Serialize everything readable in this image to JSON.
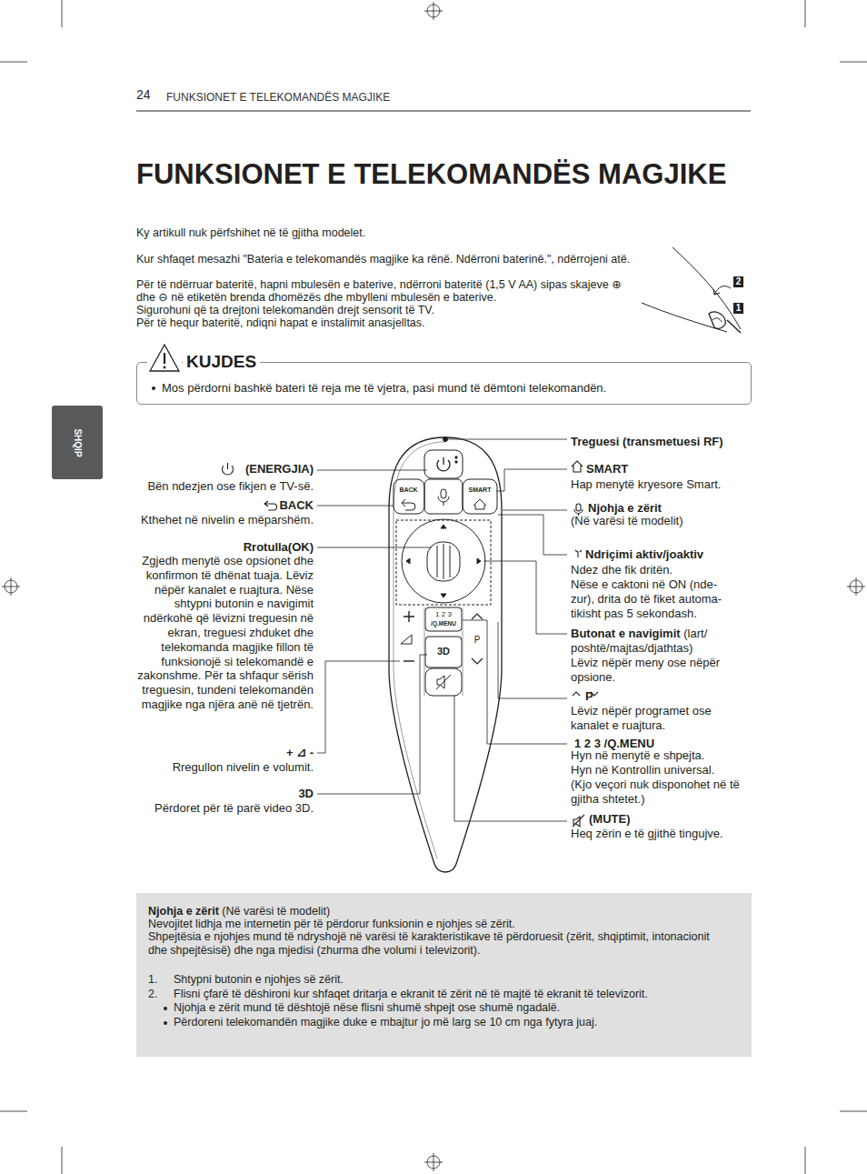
{
  "diagram": {
    "title": "FUNKSIONET E TELEKOMANDËS MAGJIKE",
    "nodes": [
      {
        "text": [
          "KUJDES",
          "Mos përdorni bashkë bateri të reja me të vjetra, pasi mund të dëmtoni telekomandën."
        ]
      },
      {
        "text": [
          "Njohja e zërit",
          "(Në varësi të modelit)",
          "Nevojitet lidhja me internetin për të përdorur funksionin e njohjes së zërit.",
          "Shpejtësia e njohjes mund të ndryshojë në varësi të karakteristikave të përdoruesit (zërit, shqiptimit, intonacionit dhe shpejtësisë) dhe nga mjedisi (zhurma dhe volumi i televizorit).",
          "1.",
          "Shtypni butonin e njohjes së zërit.",
          "2.",
          "Flisni çfarë të dëshironi kur shfaqet dritarja e ekranit të zërit në të majtë të ekranit të televizorit.",
          "Njohja e zërit mund të dështojë nëse flisni shumë shpejt ose shumë ngadalë.",
          "Përdoreni telekomandën magjike duke e mbajtur jo më larg se 10 cm nga fytyra juaj."
        ]
      },
      {
        "text": [
          "BACK"
        ]
      },
      {
        "text": [
          "SMART"
        ]
      },
      {
        "text": [
          "1 2 3",
          "/Q.MENU"
        ]
      },
      {
        "text": [
          "3D"
        ]
      },
      {
        "text": [
          "P"
        ]
      }
    ],
    "labels": [
      "24",
      "FUNKSIONET E TELEKOMANDËS MAGJIKE",
      "SHQIP",
      "Ky artikull nuk përfshihet në të gjitha modelet.",
      "Kur shfaqet mesazhi \"Bateria e telekomandës magjike ka rënë. Ndërroni baterinë.\", ndërrojeni atë.",
      "Për të ndërruar bateritë, hapni mbulesën e baterive, ndërroni bateritë (1,5 V AA) sipas skajeve ⊕ dhe ⊖ në etiketën brenda dhomëzës dhe mbylleni mbulesën e baterive.",
      "Sigurohuni që ta drejtoni telekomandën drejt sensorit të TV.",
      "Për të hequr bateritë, ndiqni hapat e instalimit anasjelltas.",
      "2",
      "1",
      "Treguesi (transmetuesi RF)",
      "(ENERGJIA)",
      "Bën ndezjen ose fikjen e TV-së.",
      "SMART",
      "Hap menytë kryesore Smart.",
      "BACK",
      "Kthehet në nivelin e mëparshëm.",
      "Njohja e zërit",
      "(Në varësi të modelit)",
      "Rrotulla(OK)",
      "Zgjedh menytë ose opsionet dhe konfirmon të dhënat tuaja. Lëviz nëpër kanalet e ruajtura. Nëse shtypni butonin e navigimit ndërkohë që lëvizni treguesin në ekran, treguesi zhduket dhe telekomanda magjike fillon të funksionojë si telekomandë e zakonshme. Për ta shfaqur sërish treguesin, tundeni telekomandën magjike nga njëra anë në tjetrën.",
      "Ndriçimi aktiv/joaktiv",
      "Ndez dhe fik dritën.",
      "Nëse e caktoni në ON (nde- zur), drita do të fiket automa- tikisht pas 5 sekondash.",
      "Butonat e navigimit",
      "(lart/ poshtë/majtas/djathtas)",
      "Lëviz nëpër meny ose nëpër opsione.",
      "P",
      "Lëviz nëpër programet ose kanalet e ruajtura.",
      "1 2 3 /Q.MENU",
      "Hyn në menytë e shpejta.",
      "Hyn në Kontrollin universal.",
      "(Kjo veçori nuk disponohet në të gjitha shtetet.)",
      "+ ⊿ -",
      "Rregullon nivelin e volumit.",
      "3D",
      "Përdoret për të parë video 3D.",
      "(MUTE)",
      "Heq zërin e të gjithë tingujve."
    ]
  }
}
